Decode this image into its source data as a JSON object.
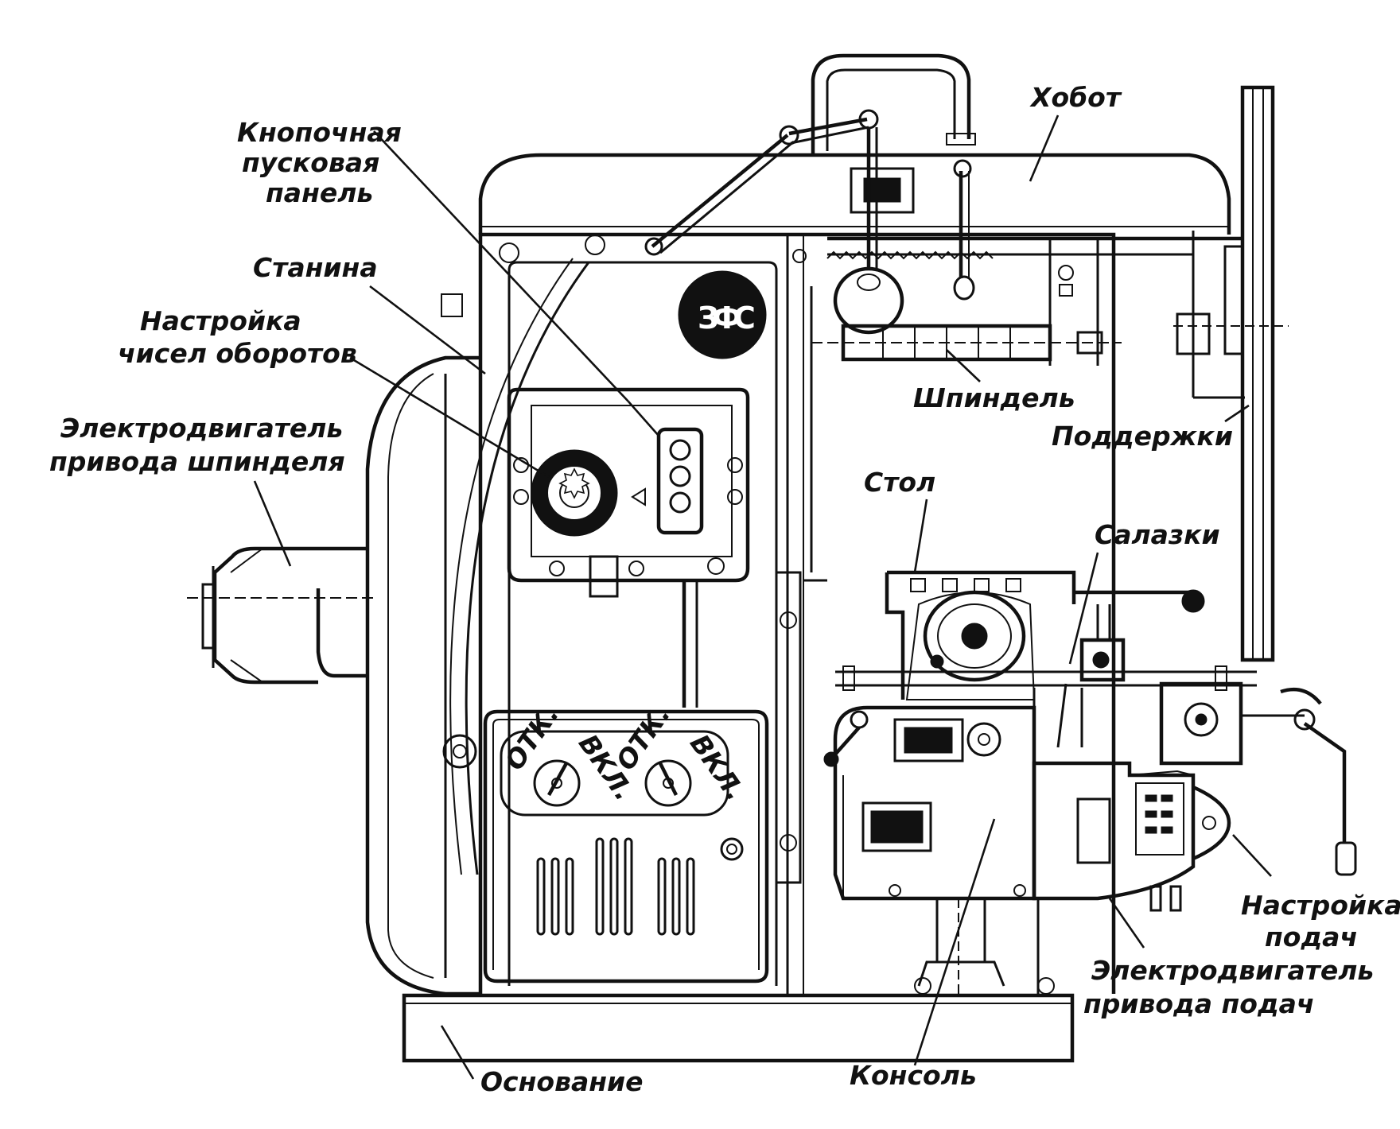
{
  "labels": {
    "button_panel": [
      "Кнопочная",
      "пусковая",
      "панель"
    ],
    "khobot": "Хобот",
    "stanina": "Станина",
    "speed_setting": [
      "Настройка",
      "чисел оборотов"
    ],
    "spindle_motor": [
      "Электродвигатель",
      "привода шпинделя"
    ],
    "shpindel": "Шпиндель",
    "podderzhki": "Поддержки",
    "stol": "Стол",
    "salazki": "Салазки",
    "feed_setting": [
      "Настройка",
      "подач"
    ],
    "feed_motor": [
      "Электродвигатель",
      "привода подач"
    ],
    "osnovanie": "Основание",
    "konsol": "Консоль"
  },
  "badge": {
    "left": "З",
    "center": "Ф",
    "right": "С"
  },
  "switches": {
    "off": "ОТК.",
    "on": "ВКЛ."
  }
}
